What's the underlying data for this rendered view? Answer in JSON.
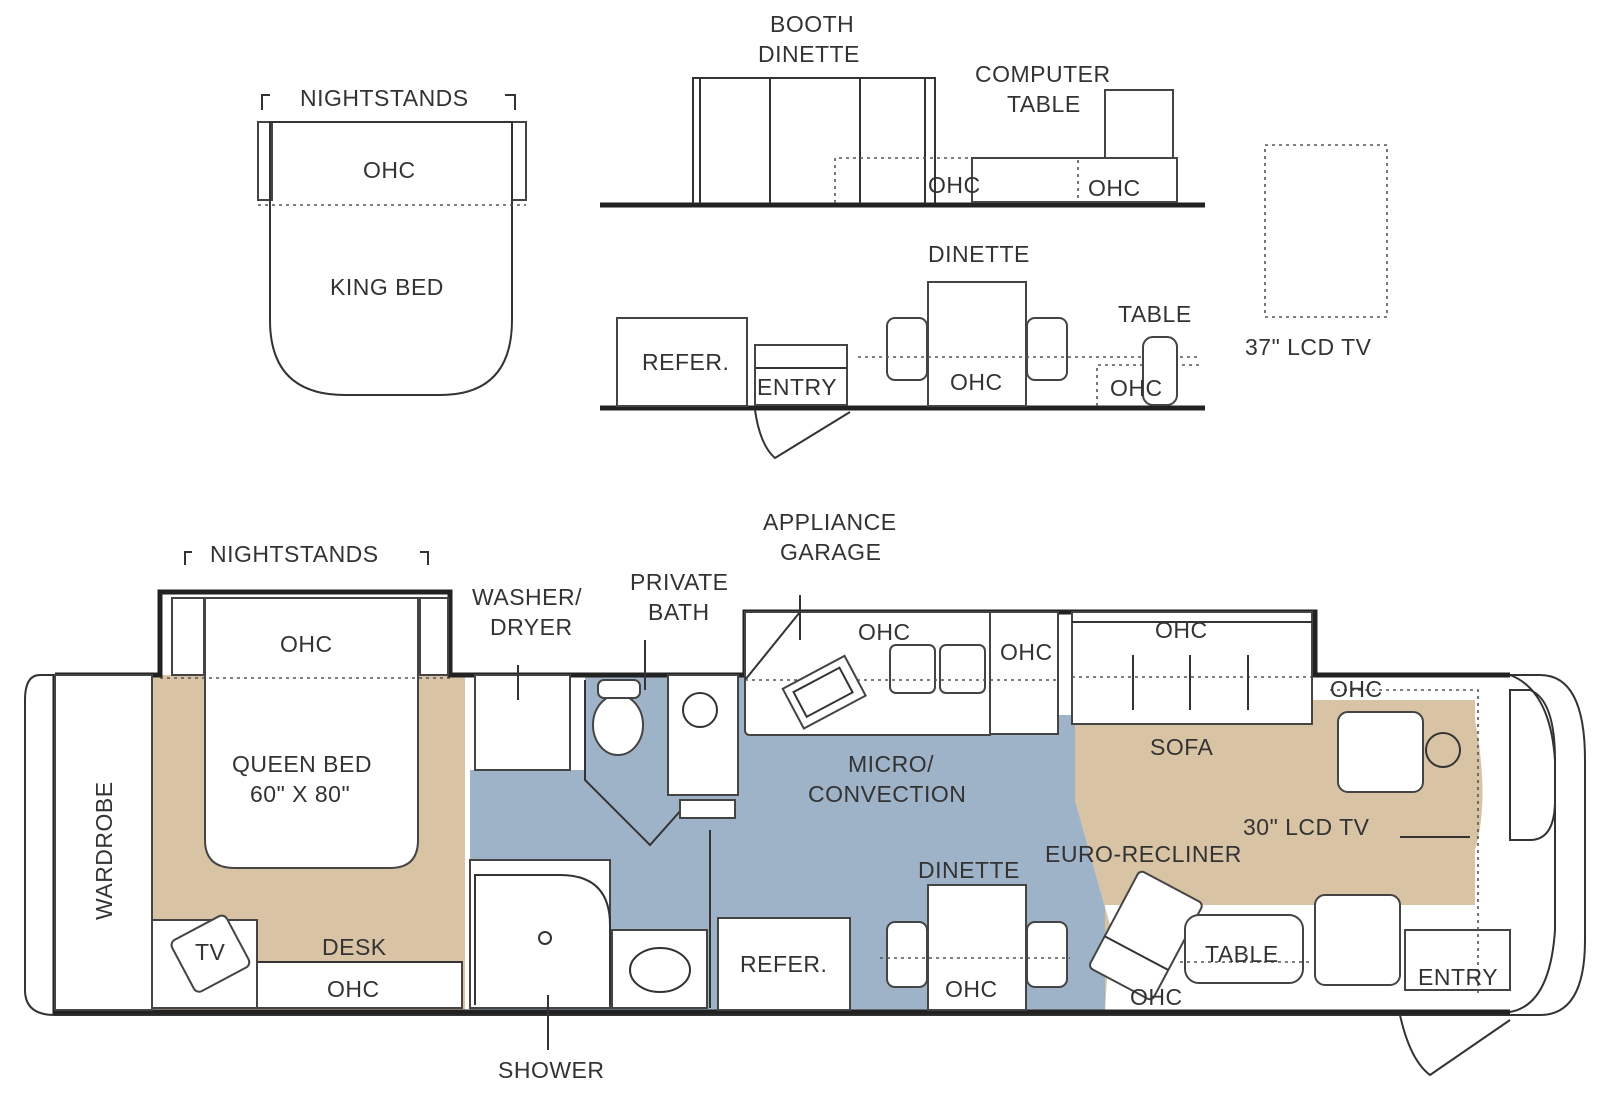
{
  "colors": {
    "tan_zone": "#d8c4a4",
    "blue_zone": "#9fb3c8",
    "line": "#333333"
  },
  "top_options": {
    "bedroom": {
      "nightstands": "NIGHTSTANDS",
      "ohc": "OHC",
      "bed": "KING BED"
    },
    "booth_row": {
      "booth_dinette_1": "BOOTH",
      "booth_dinette_2": "DINETTE",
      "computer_table_1": "COMPUTER",
      "computer_table_2": "TABLE",
      "ohc_a": "OHC",
      "ohc_b": "OHC"
    },
    "dinette_row": {
      "refer": "REFER.",
      "entry": "ENTRY",
      "dinette": "DINETTE",
      "ohc_a": "OHC",
      "table": "TABLE",
      "ohc_b": "OHC"
    },
    "tv": "37\" LCD TV"
  },
  "floorplan": {
    "nightstands": "NIGHTSTANDS",
    "bed_ohc": "OHC",
    "queen_bed_1": "QUEEN BED",
    "queen_bed_2": "60\" X 80\"",
    "wardrobe": "WARDROBE",
    "tv": "TV",
    "desk": "DESK",
    "desk_ohc": "OHC",
    "washer_dryer_1": "WASHER/",
    "washer_dryer_2": "DRYER",
    "private_bath_1": "PRIVATE",
    "private_bath_2": "BATH",
    "appliance_garage_1": "APPLIANCE",
    "appliance_garage_2": "GARAGE",
    "kitchen_ohc_a": "OHC",
    "kitchen_ohc_b": "OHC",
    "sofa_ohc": "OHC",
    "cab_ohc": "OHC",
    "micro_1": "MICRO/",
    "micro_2": "CONVECTION",
    "sofa": "SOFA",
    "lcd_tv": "30\" LCD TV",
    "euro_recliner": "EURO-RECLINER",
    "dinette": "DINETTE",
    "dinette_ohc": "OHC",
    "refer": "REFER.",
    "shower": "SHOWER",
    "table": "TABLE",
    "table_ohc": "OHC",
    "entry": "ENTRY"
  }
}
